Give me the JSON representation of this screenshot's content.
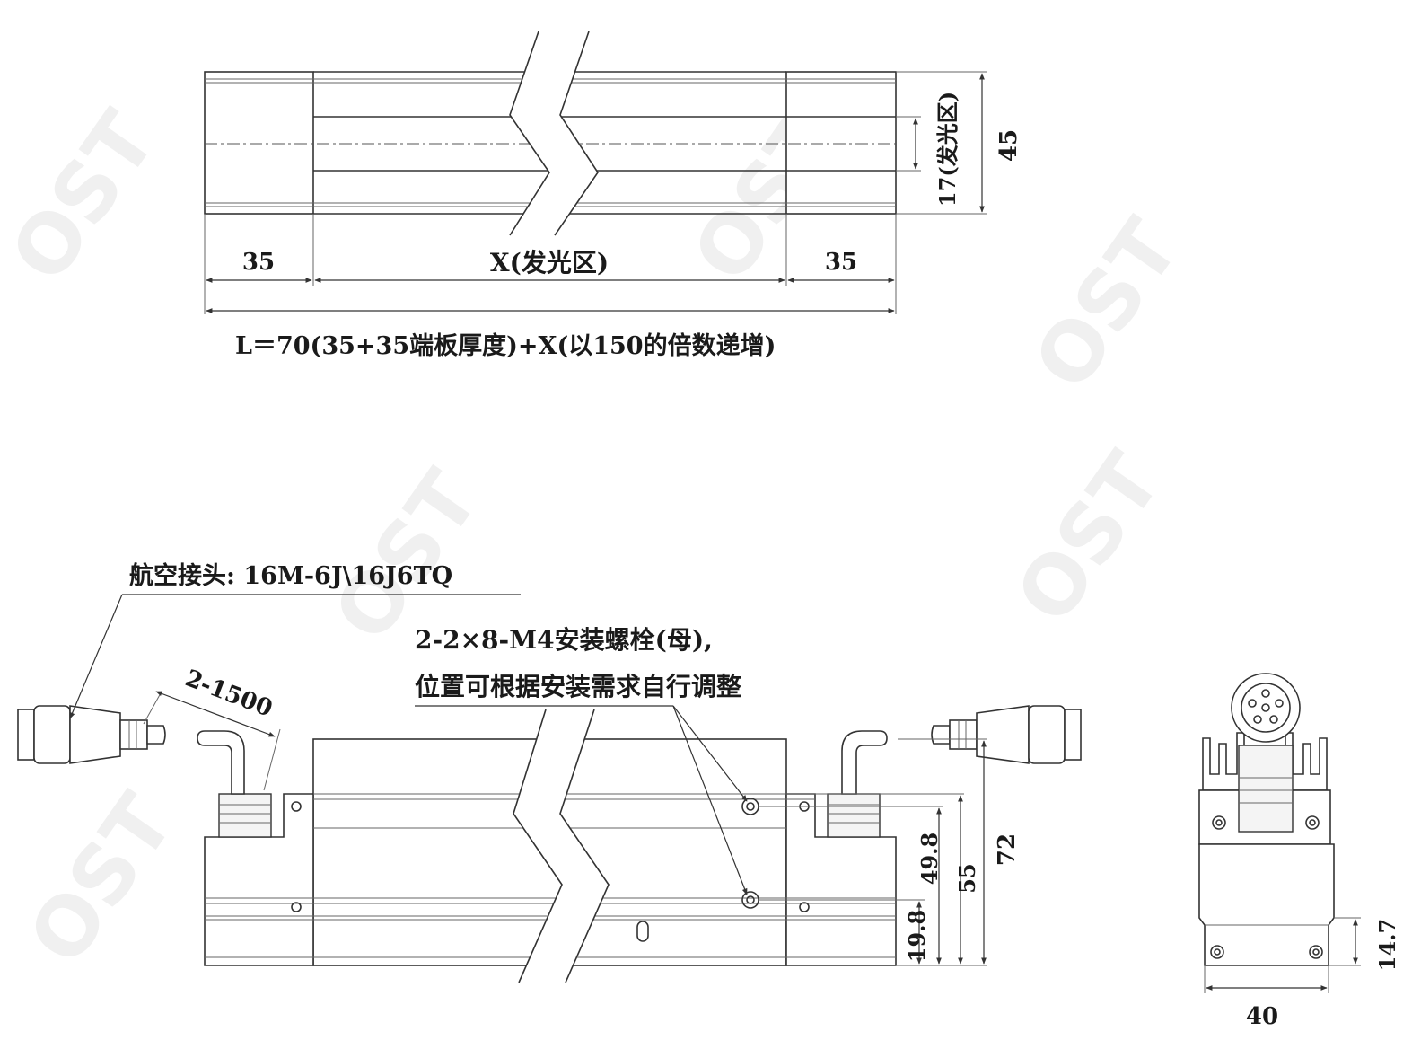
{
  "top_view": {
    "dim_left": "35",
    "dim_middle": "X(发光区)",
    "dim_right": "35",
    "dim_height": "45",
    "dim_emit": "17(发光区)",
    "formula": "L＝70(35+35端板厚度)+X(以150的倍数递增)"
  },
  "front_view": {
    "connector_label": "航空接头: 16M-6J\\16J6TQ",
    "cable_dim": "2-1500",
    "bolt_note_line1": "2-2×8-M4安装螺栓(母),",
    "bolt_note_line2": "位置可根据安装需求自行调整",
    "dim_198": "19.8",
    "dim_498": "49.8",
    "dim_55": "55",
    "dim_72": "72"
  },
  "side_view": {
    "dim_width": "40",
    "dim_147": "14.7"
  },
  "watermark": "OST"
}
